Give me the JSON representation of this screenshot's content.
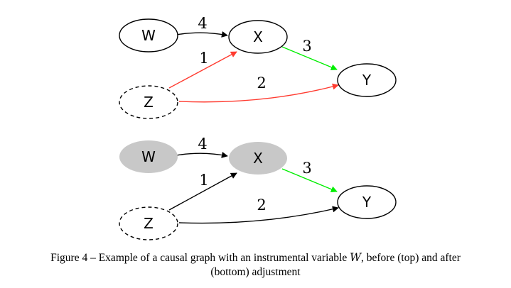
{
  "top_graph": {
    "nodes": {
      "W": {
        "label": "W"
      },
      "X": {
        "label": "X"
      },
      "Y": {
        "label": "Y"
      },
      "Z": {
        "label": "Z"
      }
    },
    "edges": [
      {
        "from": "W",
        "to": "X",
        "label": "4",
        "color": "#000000"
      },
      {
        "from": "Z",
        "to": "X",
        "label": "1",
        "color": "#ff3b30"
      },
      {
        "from": "X",
        "to": "Y",
        "label": "3",
        "color": "#00ee00"
      },
      {
        "from": "Z",
        "to": "Y",
        "label": "2",
        "color": "#ff3b30"
      }
    ]
  },
  "bottom_graph": {
    "nodes": {
      "W": {
        "label": "W"
      },
      "X": {
        "label": "X"
      },
      "Y": {
        "label": "Y"
      },
      "Z": {
        "label": "Z"
      }
    },
    "edges": [
      {
        "from": "W",
        "to": "X",
        "label": "4",
        "color": "#000000"
      },
      {
        "from": "Z",
        "to": "X",
        "label": "1",
        "color": "#000000"
      },
      {
        "from": "X",
        "to": "Y",
        "label": "3",
        "color": "#00ee00"
      },
      {
        "from": "Z",
        "to": "Y",
        "label": "2",
        "color": "#000000"
      }
    ]
  },
  "colors": {
    "adjusted_node_fill": "#c8c8c8",
    "background": "#ffffff"
  },
  "caption": {
    "prefix": "Figure 4 – Example of a causal graph with an instrumental variable ",
    "variable": "W",
    "suffix": ", before (top) and after",
    "line2": "(bottom) adjustment"
  }
}
